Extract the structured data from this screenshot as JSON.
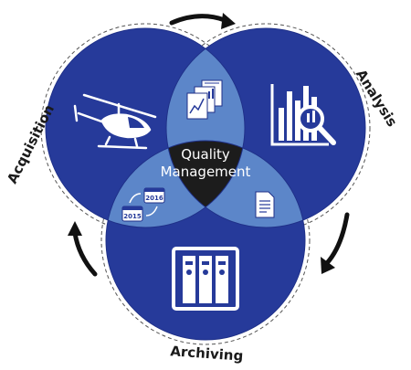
{
  "center": {
    "line1": "Quality",
    "line2": "Management"
  },
  "labels": {
    "acquisition": "Acquisition",
    "analysis": "Analysis",
    "archiving": "Archiving"
  },
  "calendar_years": {
    "year_a": "2016",
    "year_b": "2015"
  },
  "colors": {
    "circle_blue": "#263a9a",
    "overlap_blue": "#5c86c9",
    "center_dark": "#1c1c1c",
    "arrow": "#111111"
  },
  "icons": {
    "acquisition": "helicopter-icon",
    "analysis": "bar-chart-magnifier-icon",
    "archiving": "binders-icon",
    "acq_analysis_overlap": "documents-chart-icon",
    "acq_archiving_overlap": "calendar-sync-icon",
    "analysis_archiving_overlap": "pdf-document-icon"
  }
}
